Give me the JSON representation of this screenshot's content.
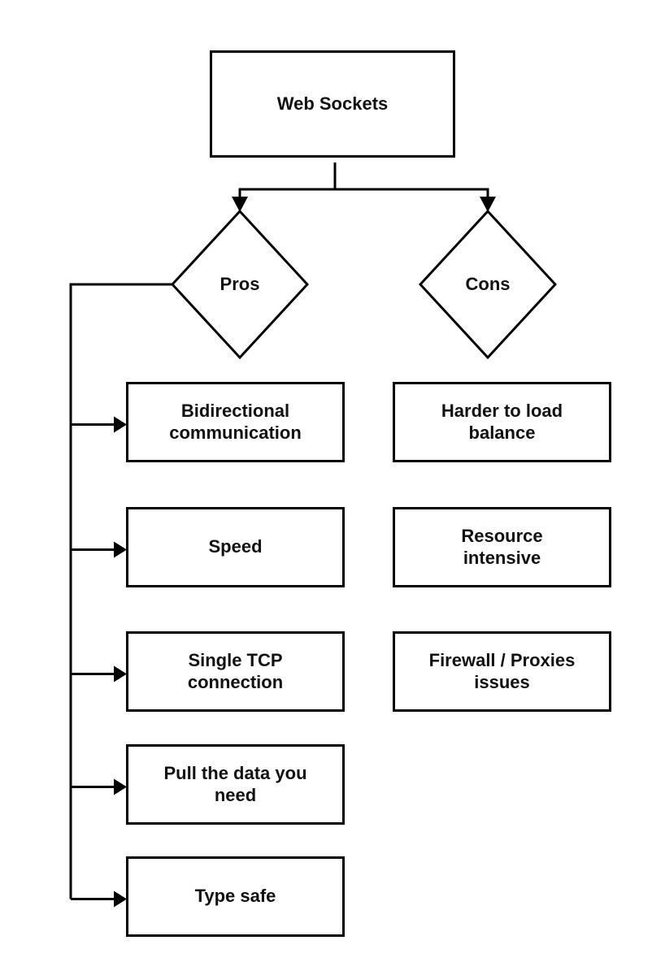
{
  "diagram": {
    "root": {
      "label": "Web Sockets"
    },
    "branches": [
      {
        "label": "Pros"
      },
      {
        "label": "Cons"
      }
    ],
    "pros_items": [
      {
        "label": "Bidirectional\ncommunication"
      },
      {
        "label": "Speed"
      },
      {
        "label": "Single TCP\nconnection"
      },
      {
        "label": "Pull the data you\nneed"
      },
      {
        "label": "Type safe"
      }
    ],
    "cons_items": [
      {
        "label": "Harder to load\nbalance"
      },
      {
        "label": "Resource\nintensive"
      },
      {
        "label": "Firewall / Proxies\nissues"
      }
    ],
    "colors": {
      "line": "#000000",
      "node_fill": "#ffffff",
      "text": "#111111",
      "background": "#ffffff"
    }
  }
}
